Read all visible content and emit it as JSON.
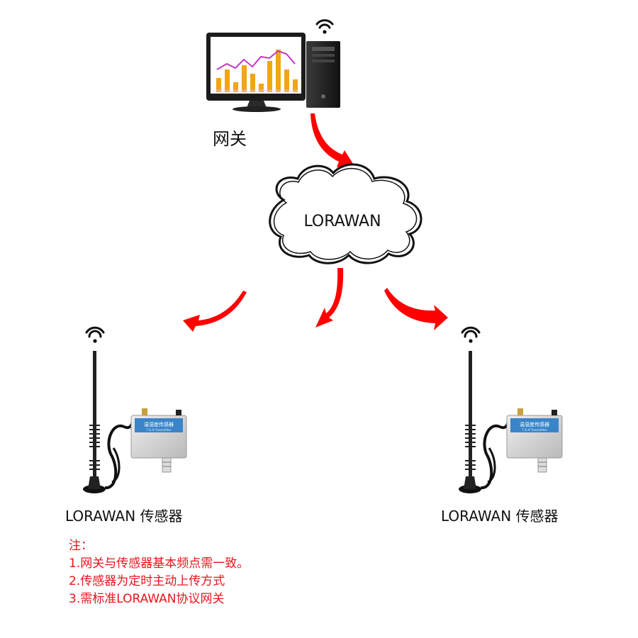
{
  "gateway": {
    "label": "网关",
    "icon": "computer-monitor-icon"
  },
  "cloud": {
    "label": "LORAWAN",
    "icon": "cloud-icon"
  },
  "sensors": [
    {
      "label": "LORAWAN 传感器",
      "device_text": "温湿度传感器",
      "device_subtext": "T & H Transmitter"
    },
    {
      "label": "LORAWAN 传感器",
      "device_text": "温湿度传感器",
      "device_subtext": "T & H Transmitter"
    }
  ],
  "notes": {
    "title": "注：",
    "lines": [
      "1.网关与传感器基本频点需一致。",
      "2.传感器为定时主动上传方式",
      "3.需标准LORAWAN协议网关"
    ]
  },
  "colors": {
    "arrow": "#ff0000",
    "note": "#e8141b",
    "chart_bar": "#f2a516",
    "chart_line": "#c03ac8"
  }
}
